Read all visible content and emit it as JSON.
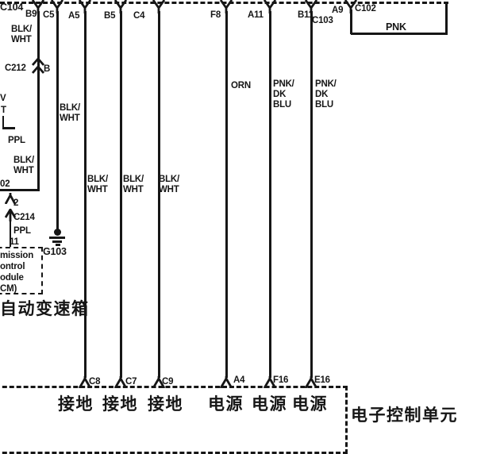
{
  "ink": "#161616",
  "top": {
    "c104": "C104",
    "c103": "C103",
    "c102": "C102",
    "pins": [
      "B9",
      "C5",
      "A5",
      "B5",
      "C4",
      "F8",
      "A11",
      "B11",
      "A9"
    ],
    "pnk_box_wire": "PNK"
  },
  "left": {
    "b9_wire": [
      "BLK/",
      "WHT"
    ],
    "c212": "C212",
    "c212_pin": "B",
    "edge_frag1": "V",
    "edge_frag2": "T",
    "box_ppl": "PPL",
    "box_wire": [
      "BLK/",
      "WHT"
    ],
    "box_pin": "02",
    "pin2": "2",
    "c214": "C214",
    "c214_wire": "PPL",
    "pin11": "11",
    "tcm": [
      "mission",
      "ontrol",
      "odule",
      "CM)"
    ],
    "caption": "自动变速箱"
  },
  "ground": {
    "label": "G103",
    "wire": [
      "BLK/",
      "WHT"
    ]
  },
  "mid": {
    "w1": [
      "BLK/",
      "WHT"
    ],
    "w2": [
      "BLK/",
      "WHT"
    ],
    "w3": [
      "BLK/",
      "WHT"
    ],
    "orn": "ORN",
    "pnk1": [
      "PNK/",
      "DK",
      "BLU"
    ],
    "pnk2": [
      "PNK/",
      "DK",
      "BLU"
    ]
  },
  "bottom": {
    "pins": [
      "C8",
      "C7",
      "C9",
      "A4",
      "F16",
      "E16"
    ],
    "functions": [
      "接地",
      "接地",
      "接地",
      "电源",
      "电源",
      "电源"
    ],
    "ecu": "电子控制单元"
  }
}
